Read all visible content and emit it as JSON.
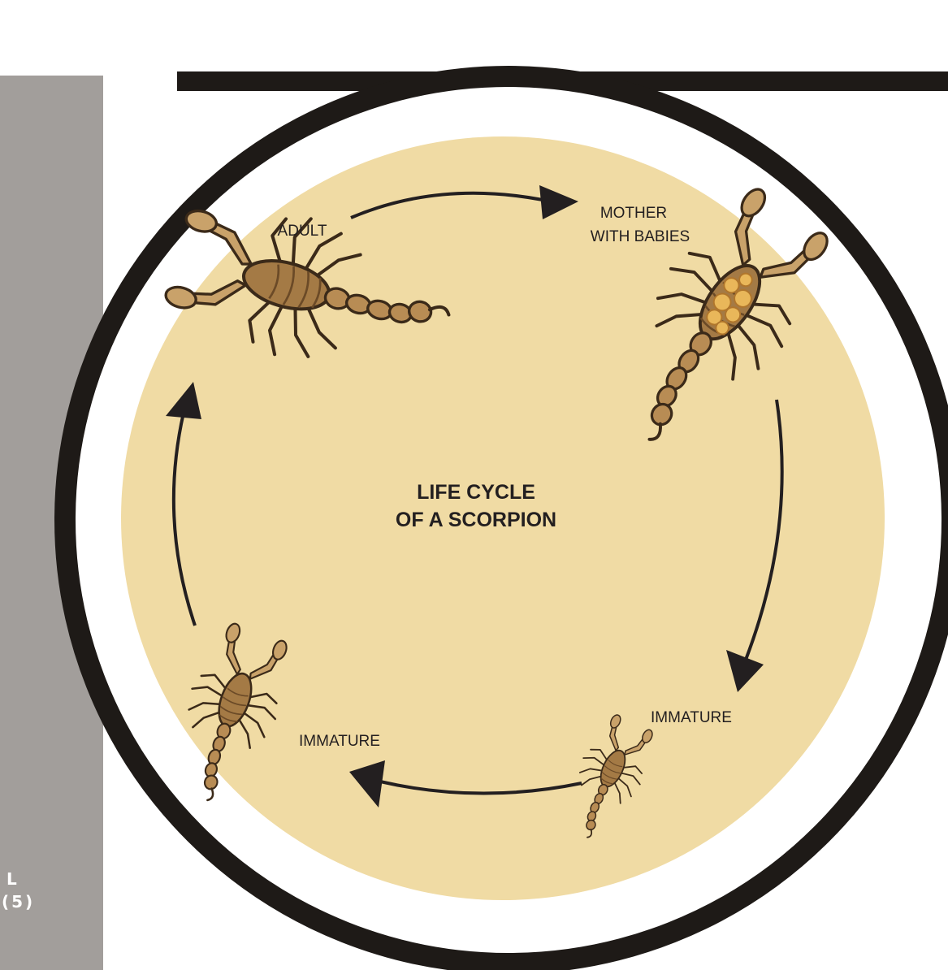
{
  "colors": {
    "background": "#ffffff",
    "sidebar": "#a29e9b",
    "cycle_fill": "#f0dba4",
    "ring": "#1e1a17",
    "arrow": "#231f20",
    "scorpion_body": "#a47a45",
    "scorpion_shade": "#7a5227",
    "mother_babies": "#e9b75a"
  },
  "sidebar": {
    "line1": "L",
    "line2": "(5)"
  },
  "diagram": {
    "title_line1": "LIFE CYCLE",
    "title_line2": "OF A SCORPION",
    "stages": [
      {
        "id": "adult",
        "label_lines": [
          "ADULT"
        ],
        "icon": "adult-scorpion"
      },
      {
        "id": "mother",
        "label_lines": [
          "MOTHER",
          "WITH BABIES"
        ],
        "icon": "mother-scorpion-with-babies"
      },
      {
        "id": "immature-1",
        "label_lines": [
          "IMMATURE"
        ],
        "icon": "immature-scorpion"
      },
      {
        "id": "immature-2",
        "label_lines": [
          "IMMATURE"
        ],
        "icon": "immature-scorpion"
      }
    ]
  }
}
